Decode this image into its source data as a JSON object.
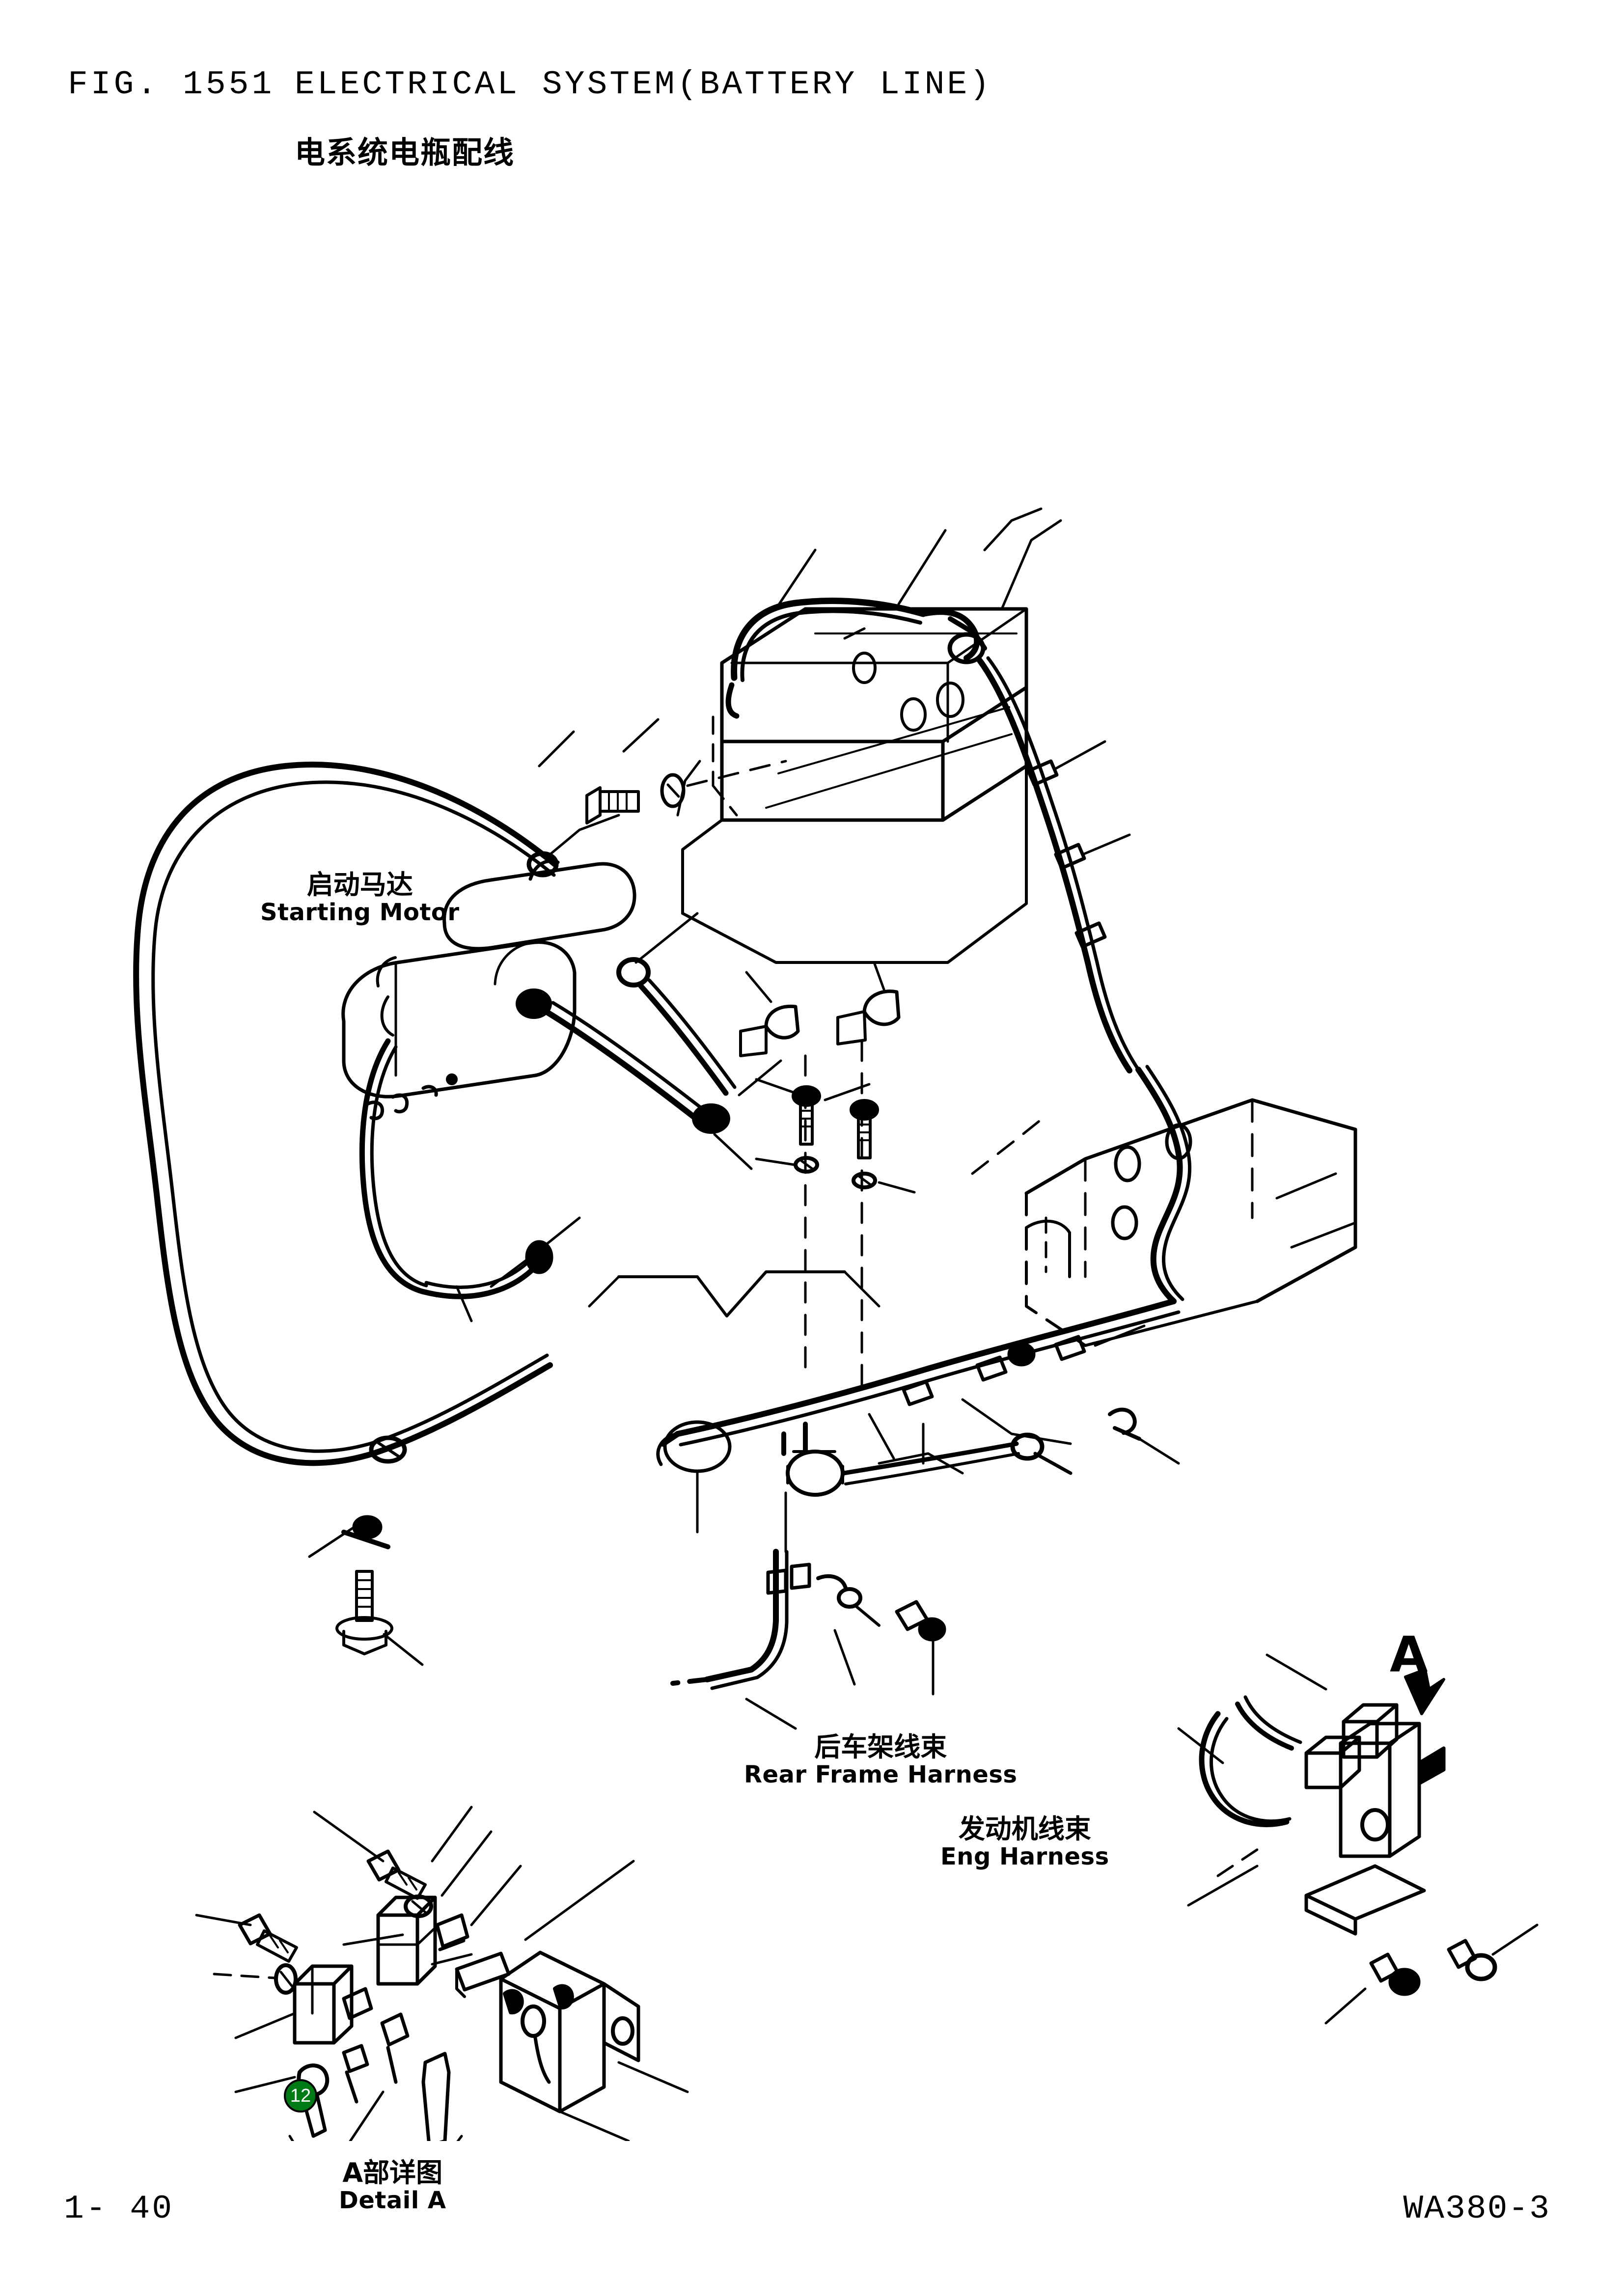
{
  "header": {
    "figure_number": "FIG. 1551",
    "title_en": "ELECTRICAL SYSTEM(BATTERY LINE)",
    "title_cn": "电系统电瓶配线"
  },
  "footer": {
    "page_number": "1- 40",
    "model": "WA380-3"
  },
  "annotations": {
    "starting_motor": {
      "cn": "启动马达",
      "en": "Starting Motor"
    },
    "rear_frame_harness": {
      "cn": "后车架线束",
      "en": "Rear Frame Harness"
    },
    "eng_harness": {
      "cn": "发动机线束",
      "en": "Eng Harness"
    },
    "detail_a": {
      "cn": "A部详图",
      "en": "Detail A"
    },
    "section_marker": "A"
  },
  "callouts": [
    {
      "number": "12",
      "color": "#007a14",
      "text_color": "#ffffff"
    }
  ],
  "diagram": {
    "type": "exploded-parts-diagram",
    "line_color": "#000000",
    "background": "#ffffff",
    "components": [
      "battery",
      "battery-cable",
      "starting-motor",
      "rear-frame-harness",
      "engine-harness",
      "frame-rail",
      "bracket",
      "bolts",
      "washers",
      "clamps",
      "connectors",
      "relay-block"
    ]
  }
}
